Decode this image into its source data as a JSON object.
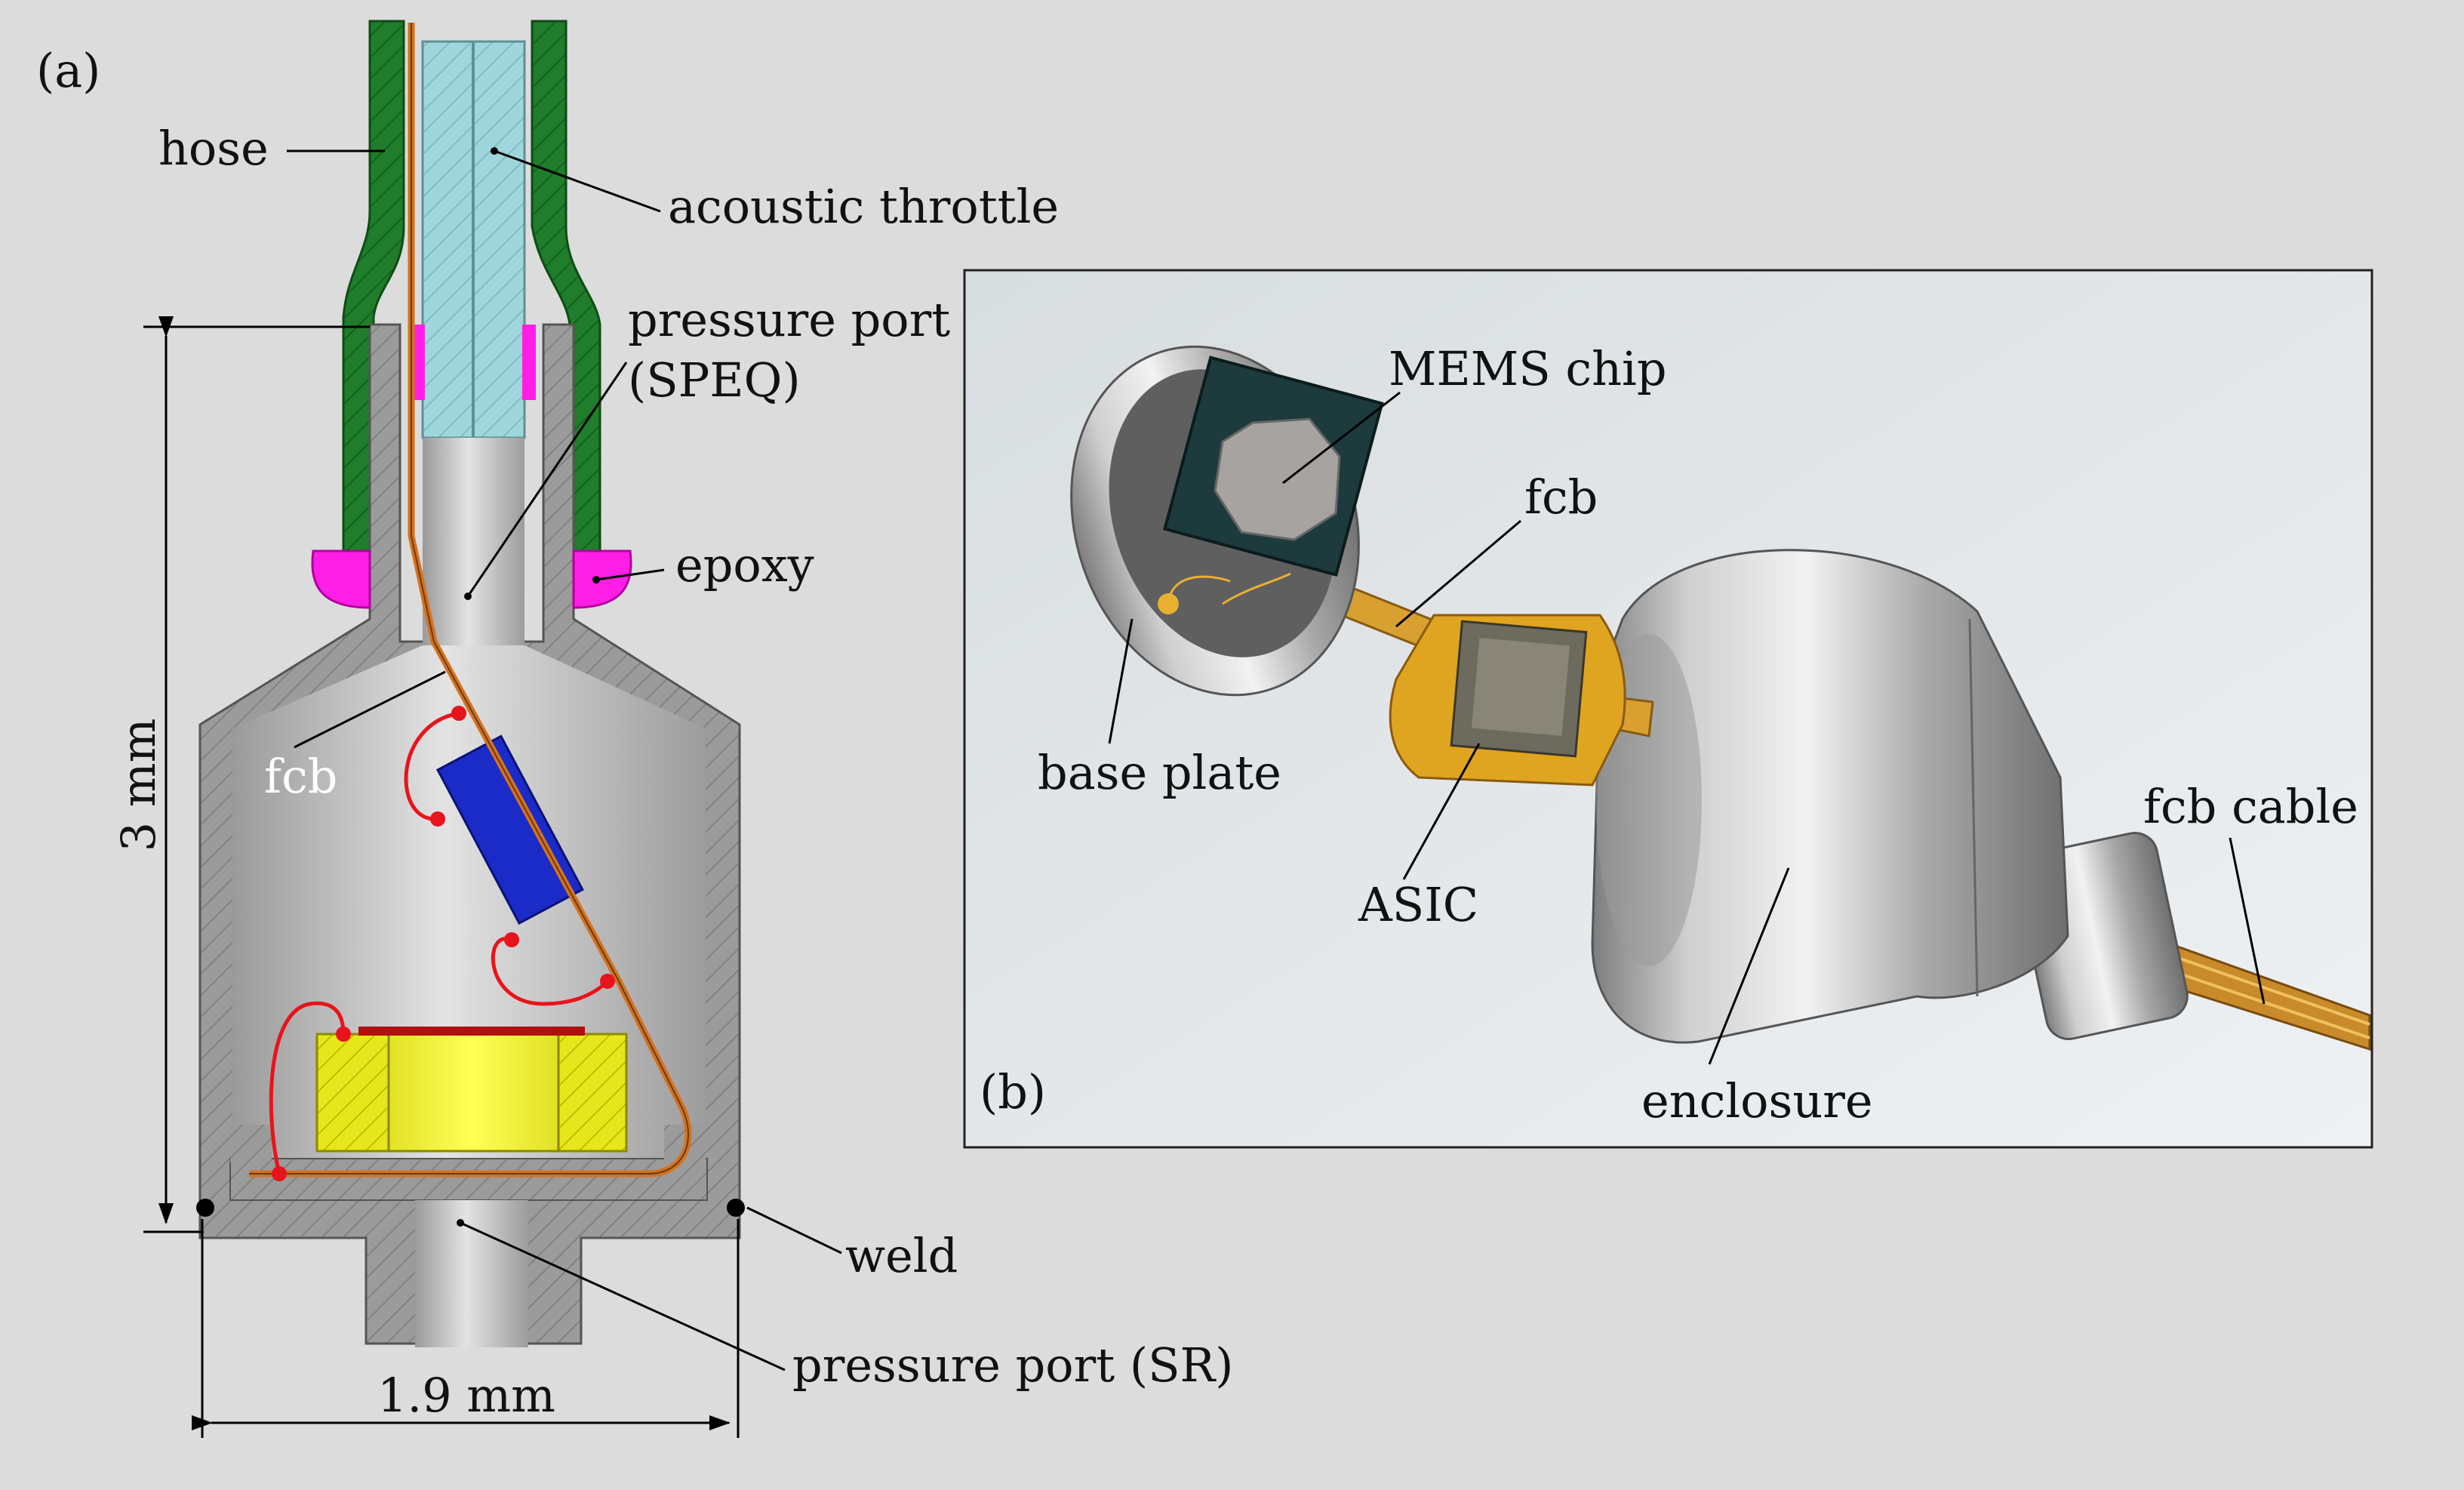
{
  "panels": {
    "a": {
      "tag": "(a)",
      "labels": {
        "hose": "hose",
        "acoustic_throttle": "acoustic throttle",
        "pressure_port_speq_1": "pressure port",
        "pressure_port_speq_2": "(SPEQ)",
        "epoxy": "epoxy",
        "fcb": "fcb",
        "weld": "weld",
        "pressure_port_sr": "pressure port (SR)"
      },
      "dimensions": {
        "height_label": "3 mm",
        "width_label": "1.9 mm"
      }
    },
    "b": {
      "tag": "(b)",
      "labels": {
        "mems_chip": "MEMS chip",
        "fcb": "fcb",
        "base_plate": "base plate",
        "asic": "ASIC",
        "enclosure": "enclosure",
        "fcb_cable": "fcb cable"
      }
    }
  },
  "colors": {
    "background": "#dcdcdc",
    "hose": "#1e7a2a",
    "throttle": "#9fd6dc",
    "epoxy": "#ff1ee6",
    "metal": "#a7a7a7",
    "fcb": "#d4721f",
    "wire": "#e8141c",
    "chip_blue": "#1b2bc8",
    "membrane_yellow": "#e8e81a"
  }
}
